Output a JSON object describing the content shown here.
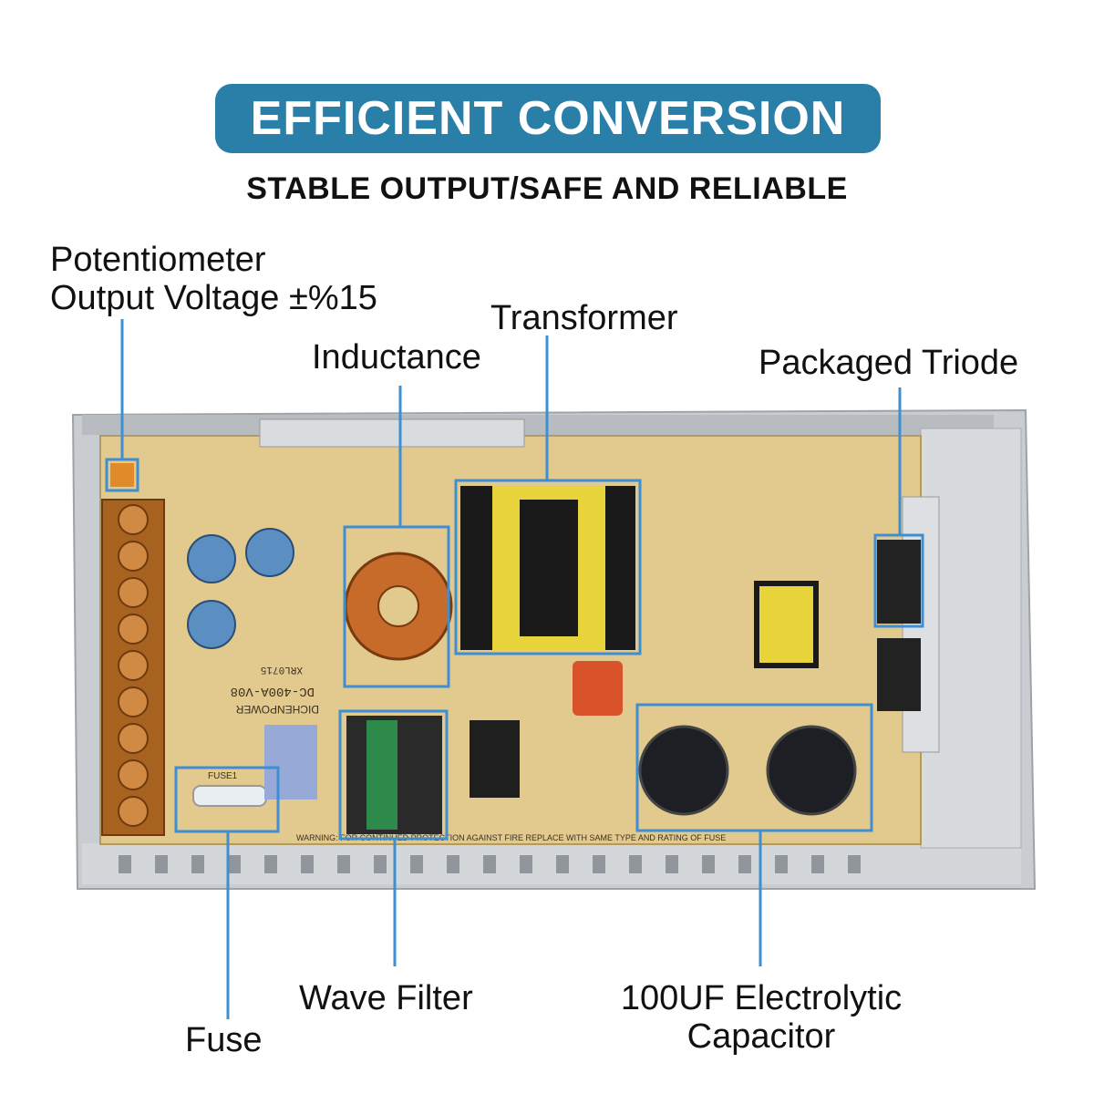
{
  "header": {
    "title": "EFFICIENT CONVERSION",
    "subtitle": "STABLE OUTPUT/SAFE AND RELIABLE"
  },
  "callouts": {
    "potentiometer": {
      "line1": "Potentiometer",
      "line2": "Output Voltage ±%15"
    },
    "transformer": "Transformer",
    "inductance": "Inductance",
    "packaged_triode": "Packaged Triode",
    "wave_filter": "Wave Filter",
    "capacitor": {
      "line1": "100UF Electrolytic",
      "line2": "Capacitor"
    },
    "fuse": "Fuse"
  },
  "board": {
    "model": "DC-400A-V08",
    "brand": "DICHENPOWER",
    "code": "XRL0715",
    "warning": "WARNING: FOR CONTINUED PROTECTION AGAINST FIRE REPLACE WITH SAME TYPE AND RATING OF FUSE",
    "fuse_label": "FUSE1"
  },
  "colors": {
    "pill": "#2a7fa8",
    "callout_box": "#3d8fd1",
    "pcb": "#e2c98e",
    "case": "#c9ccd0"
  }
}
